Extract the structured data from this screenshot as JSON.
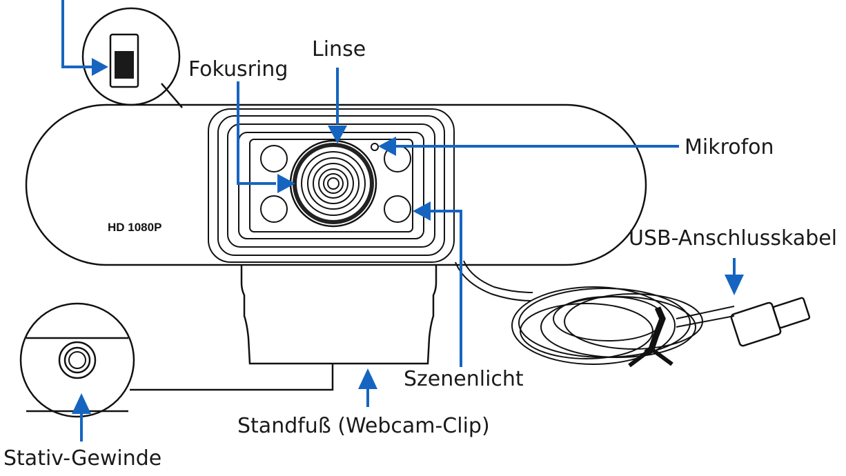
{
  "model_text": "HD 1080P",
  "labels": {
    "fokusring": "Fokusring",
    "linse": "Linse",
    "mikrofon": "Mikrofon",
    "usb": "USB-Anschlusskabel",
    "szenenlicht": "Szenenlicht",
    "standfuss": "Standfuß (Webcam-Clip)",
    "stativ": "Stativ-Gewinde"
  },
  "colors": {
    "arrow": "#1565c0",
    "line": "#111111"
  }
}
